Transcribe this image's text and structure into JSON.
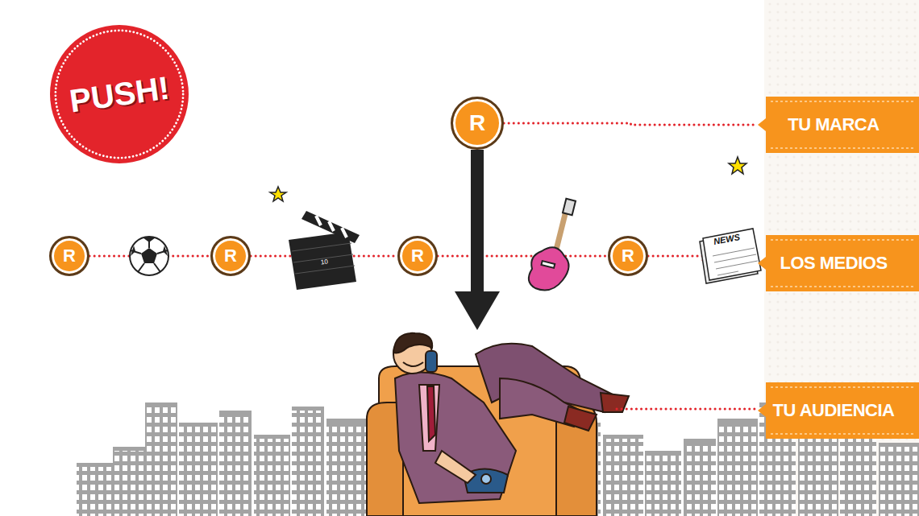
{
  "diagram": {
    "nodes": [
      {
        "text": [
          "PUSH!"
        ]
      },
      {
        "text": [
          "R"
        ]
      },
      {
        "text": [
          "TU MARCA"
        ]
      },
      {
        "text": [
          "R"
        ]
      },
      {
        "text": [
          "R"
        ]
      },
      {
        "text": [
          "R"
        ]
      },
      {
        "text": [
          "R"
        ]
      },
      {
        "text": [
          "LOS MEDIOS"
        ]
      },
      {
        "text": [
          "TU AUDIENCIA"
        ]
      }
    ],
    "edges": [
      {
        "from": 1,
        "to": 2,
        "arrow": "none"
      },
      {
        "from": 3,
        "to": 4,
        "arrow": "none"
      },
      {
        "from": 4,
        "to": 5,
        "arrow": "none"
      },
      {
        "from": 5,
        "to": 6,
        "arrow": "none"
      },
      {
        "from": 6,
        "to": 7,
        "arrow": "none"
      }
    ],
    "labels": [
      "NEWS",
      "10"
    ]
  }
}
